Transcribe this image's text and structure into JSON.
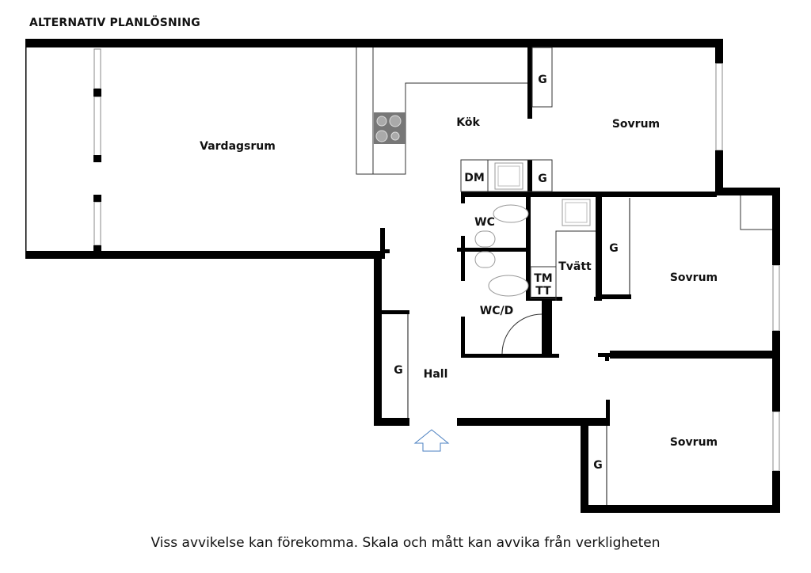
{
  "title": "ALTERNATIV PLANLÖSNING",
  "disclaimer": "Viss avvikelse kan förekomma. Skala och mått kan avvika från verkligheten",
  "rooms": {
    "vardagsrum": "Vardagsrum",
    "kok": "Kök",
    "sovrum_top": "Sovrum",
    "sovrum_mid": "Sovrum",
    "sovrum_bottom": "Sovrum",
    "wc": "WC",
    "wcd": "WC/D",
    "tvatt": "Tvätt",
    "hall": "Hall"
  },
  "fixtures": {
    "dm": "DM",
    "tm": "TM",
    "tt": "TT",
    "closet": "G"
  },
  "colors": {
    "wall": "#000000",
    "entry_arrow": "#4a7fc0",
    "stove": "#777777"
  }
}
